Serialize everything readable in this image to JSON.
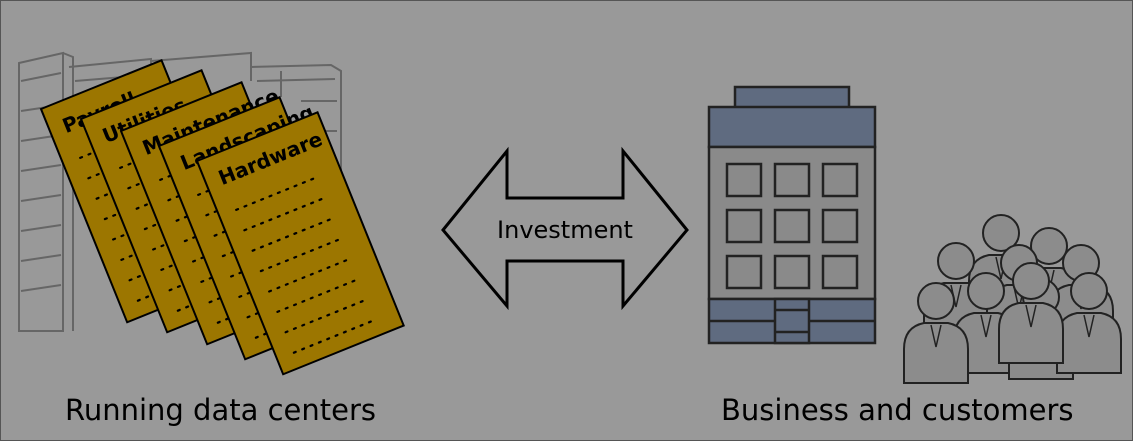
{
  "left_caption": "Running data centers",
  "right_caption": "Business and customers",
  "arrow_label": "Investment",
  "documents": [
    "Payroll",
    "Utilities",
    "Maintenance",
    "Landscaping",
    "Hardware"
  ],
  "icons": [
    "server-rack-icon",
    "document-icon",
    "double-arrow-icon",
    "office-building-icon",
    "people-group-icon"
  ],
  "colors": {
    "background": "#999999",
    "document_fill": "#9c7600",
    "building_roof": "#5f6b80",
    "building_body": "#8a8a8a",
    "people": "#8c8c8c"
  }
}
